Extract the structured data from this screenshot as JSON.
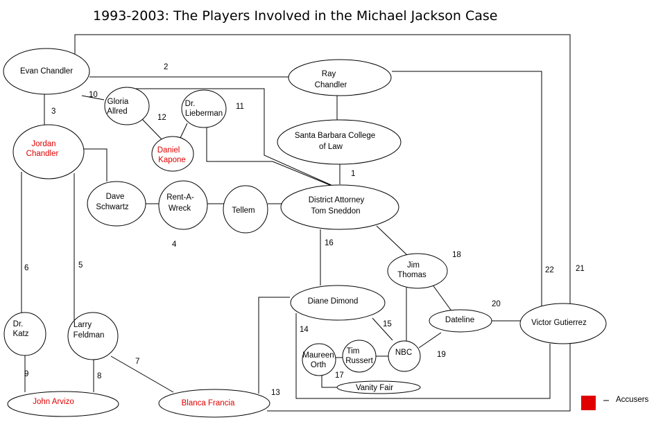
{
  "title": "1993-2003: The Players Involved in the Michael Jackson Case",
  "nodes": {
    "evan": [
      "Evan Chandler"
    ],
    "ray": [
      "Ray",
      "Chandler"
    ],
    "gloria": [
      "Gloria",
      "Allred"
    ],
    "lieberman": [
      "Dr.",
      "Lieberman"
    ],
    "santa_barbara": [
      "Santa Barbara College",
      "of Law"
    ],
    "jordan": [
      "Jordan",
      "Chandler"
    ],
    "kapone": [
      "Daniel",
      "Kapone"
    ],
    "dave": [
      "Dave",
      "Schwartz"
    ],
    "rent": [
      "Rent-A-",
      "Wreck"
    ],
    "tellem": [
      "Tellem"
    ],
    "da": [
      "District Attorney",
      "Tom Sneddon"
    ],
    "jim": [
      "Jim",
      "Thomas"
    ],
    "katz": [
      "Dr.",
      "Katz"
    ],
    "larry": [
      "Larry",
      "Feldman"
    ],
    "diane": [
      "Diane Dimond"
    ],
    "dateline": [
      "Dateline"
    ],
    "victor": [
      "Victor Gutierrez"
    ],
    "maureen": [
      "Maureen",
      "Orth"
    ],
    "tim": [
      "Tim",
      "Russert"
    ],
    "nbc": [
      "NBC"
    ],
    "vanity": [
      "Vanity Fair"
    ],
    "arvizo": [
      "John Arvizo"
    ],
    "blanca": [
      "Blanca Francia"
    ]
  },
  "edge_numbers": [
    "1",
    "2",
    "3",
    "4",
    "5",
    "6",
    "7",
    "8",
    "9",
    "10",
    "11",
    "12",
    "13",
    "14",
    "15",
    "16",
    "17",
    "18",
    "19",
    "20",
    "21",
    "22"
  ],
  "legend": {
    "label": "Accusers",
    "color": "#e00000"
  }
}
